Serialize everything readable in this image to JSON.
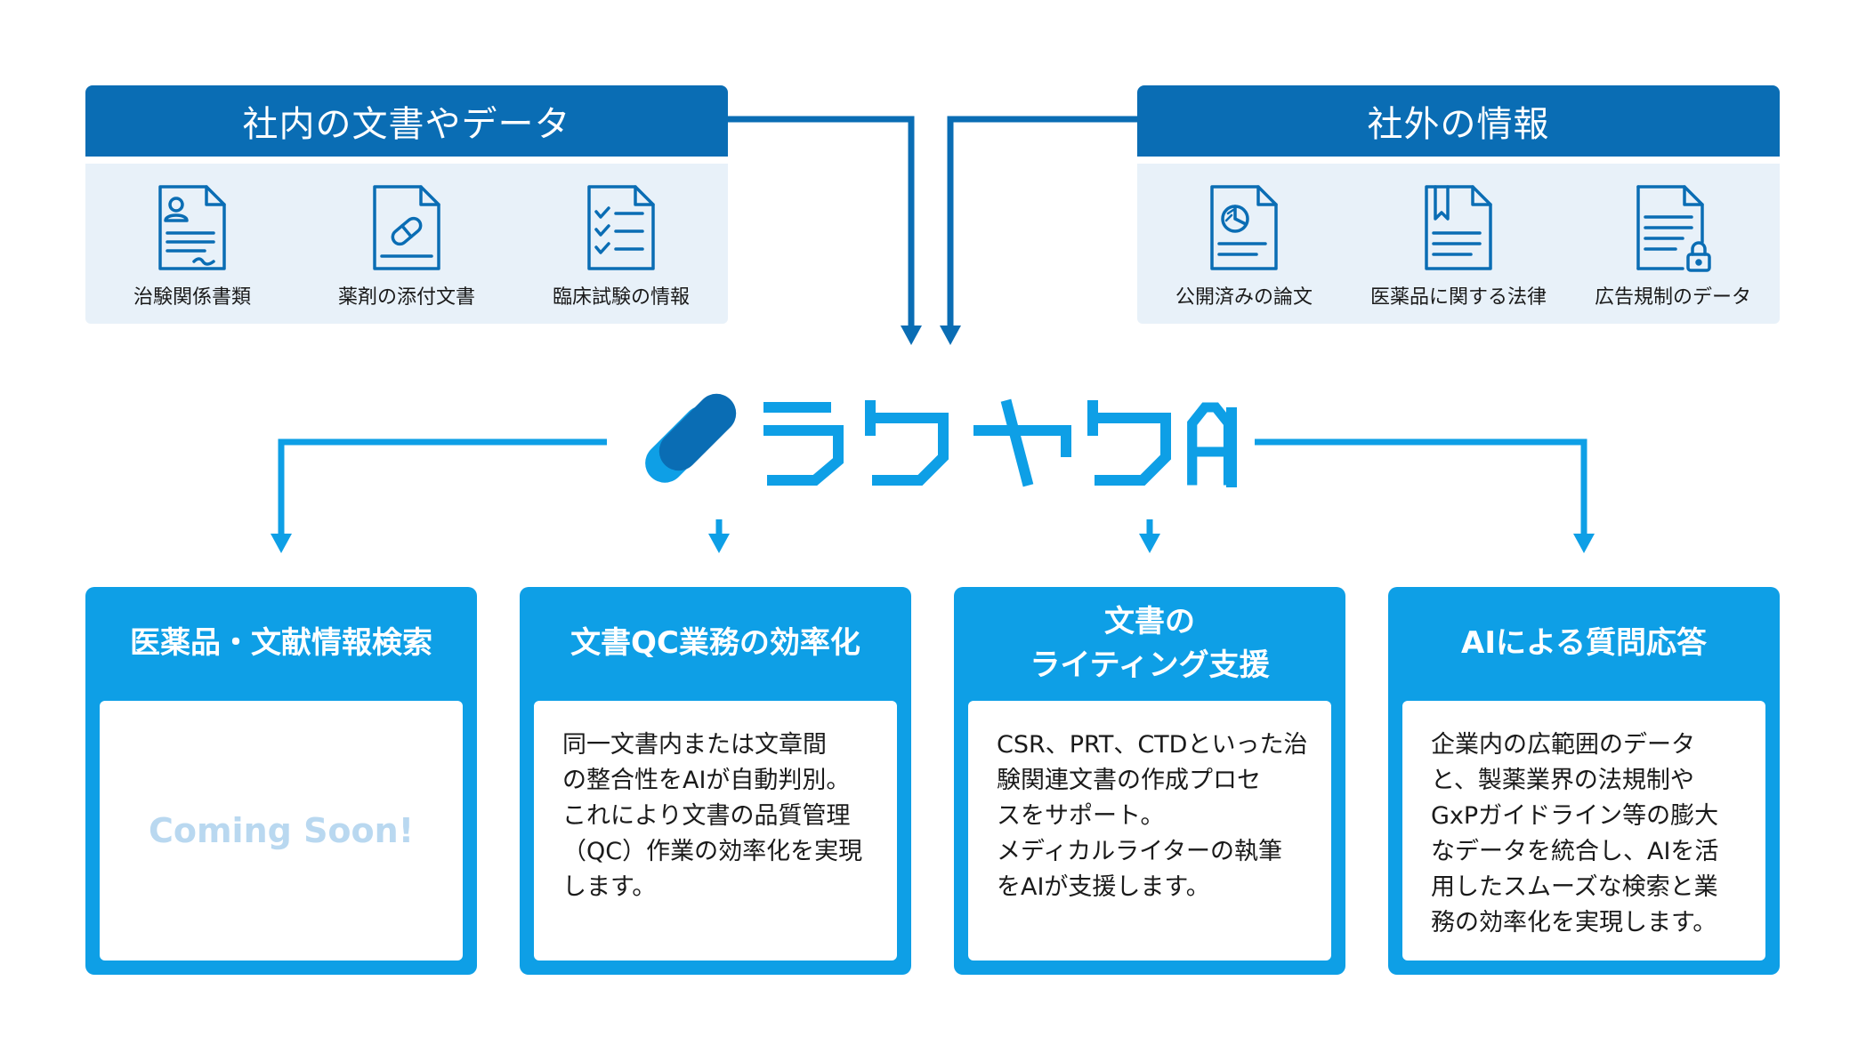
{
  "internal": {
    "title": "社内の文書やデータ",
    "items": [
      {
        "label": "治験関係書類",
        "icon": "person-document-icon"
      },
      {
        "label": "薬剤の添付文書",
        "icon": "pill-document-icon"
      },
      {
        "label": "臨床試験の情報",
        "icon": "checklist-document-icon"
      }
    ]
  },
  "external": {
    "title": "社外の情報",
    "items": [
      {
        "label": "公開済みの論文",
        "icon": "chart-document-icon"
      },
      {
        "label": "医薬品に関する法律",
        "icon": "bookmark-document-icon"
      },
      {
        "label": "広告規制のデータ",
        "icon": "locked-document-icon"
      }
    ]
  },
  "logo": {
    "text": "ラクヤクAI",
    "icon": "capsule-logo-icon"
  },
  "features": [
    {
      "title": "医薬品・文献情報検索",
      "body": "Coming Soon!"
    },
    {
      "title": "文書QC業務の効率化",
      "body": "同一文書内または文章間\nの整合性をAIが自動判別。\nこれにより文書の品質管理\n（QC）作業の効率化を実現\nします。"
    },
    {
      "title": "文書の\nライティング支援",
      "body": "CSR、PRT、CTDといった治\n験関連文書の作成プロセ\nスをサポート。\nメディカルライターの執筆\nをAIが支援します。"
    },
    {
      "title": "AIによる質問応答",
      "body": "企業内の広範囲のデータ\nと、製薬業界の法規制や\nGxPガイドライン等の膨大\nなデータを統合し、AIを活\n用したスムーズな検索と業\n務の効率化を実現します。"
    }
  ],
  "colors": {
    "header": "#0a6db4",
    "panel": "#e8f1f9",
    "card": "#0e9fe6",
    "icon": "#0a6db4",
    "logo_dark": "#0a6db4",
    "logo_light": "#0e9fe6",
    "coming_soon": "#b9d8f0"
  }
}
